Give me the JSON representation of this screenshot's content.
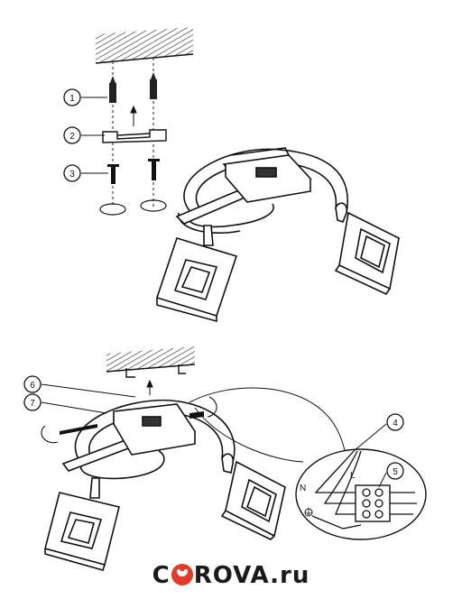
{
  "callouts": [
    {
      "label": "1"
    },
    {
      "label": "2"
    },
    {
      "label": "3"
    },
    {
      "label": "6"
    },
    {
      "label": "7"
    },
    {
      "label": "4"
    },
    {
      "label": "5"
    }
  ],
  "wiring": {
    "neutral": "N",
    "live": "L",
    "ground": "⏚"
  },
  "watermark": {
    "brand_start": "C",
    "brand_end": "ROVA.ru"
  }
}
